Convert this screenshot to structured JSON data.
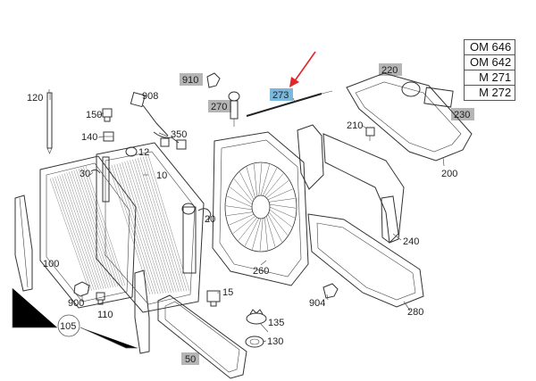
{
  "engine_variants": [
    "OM 646",
    "OM 642",
    "M 271",
    "M 272"
  ],
  "callouts": {
    "p10": "10",
    "p12": "12",
    "p15": "15",
    "p20": "20",
    "p30": "30",
    "p50": "50",
    "p100": "100",
    "p105": "105",
    "p110": "110",
    "p120": "120",
    "p130": "130",
    "p135": "135",
    "p140": "140",
    "p150": "150",
    "p200": "200",
    "p210": "210",
    "p220": "220",
    "p230": "230",
    "p240": "240",
    "p260": "260",
    "p270": "270",
    "p273": "273",
    "p280": "280",
    "p350": "350",
    "p900": "900",
    "p904": "904",
    "p908": "908",
    "p910": "910"
  },
  "colors": {
    "highlight": "#7ab8de",
    "tag_grey": "#b5b5b5",
    "arrow": "#e0262b"
  }
}
